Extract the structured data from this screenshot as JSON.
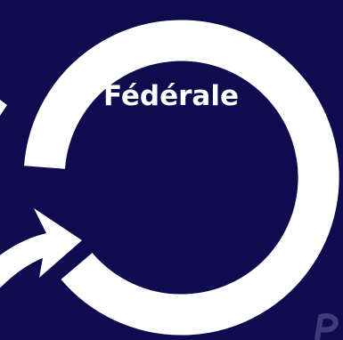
{
  "label": "Fédérale",
  "colors": {
    "background": "#0e0c4e",
    "ring": "#ffffff",
    "text": "#ffffff",
    "watermark": "#3d3b7a"
  },
  "icons": {
    "ring": "circular-arrow-ring",
    "arrow": "curved-arrow-icon",
    "left_mark": "edge-fragment",
    "corner_logo": "watermark-logo-icon"
  }
}
